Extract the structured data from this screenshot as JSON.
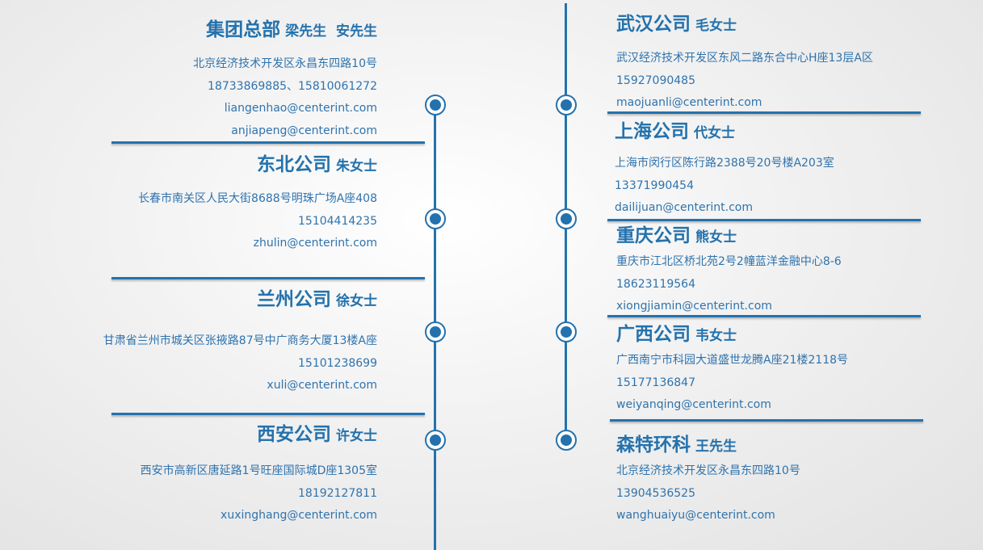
{
  "left": [
    {
      "name": "集团总部",
      "person": "梁先生  安先生",
      "lines": [
        "北京经济技术开发区永昌东四路10号",
        "18733869885、15810061272",
        "liangenhao@centerint.com",
        "anjiapeng@centerint.com"
      ]
    },
    {
      "name": "东北公司",
      "person": "朱女士",
      "lines": [
        "长春市南关区人民大街8688号明珠广场A座408",
        "15104414235",
        "zhulin@centerint.com"
      ]
    },
    {
      "name": "兰州公司",
      "person": "徐女士",
      "lines": [
        "甘肃省兰州市城关区张掖路87号中广商务大厦13楼A座",
        "15101238699",
        "xuli@centerint.com"
      ]
    },
    {
      "name": "西安公司",
      "person": "许女士",
      "lines": [
        "西安市高新区唐延路1号旺座国际城D座1305室",
        "18192127811",
        "xuxinghang@centerint.com"
      ]
    }
  ],
  "right": [
    {
      "name": "武汉公司",
      "person": "毛女士",
      "lines": [
        "武汉经济技术开发区东风二路东合中心H座13层A区",
        "15927090485",
        "maojuanli@centerint.com"
      ]
    },
    {
      "name": "上海公司",
      "person": "代女士",
      "lines": [
        "上海市闵行区陈行路2388号20号楼A203室",
        "13371990454",
        "dailijuan@centerint.com"
      ]
    },
    {
      "name": "重庆公司",
      "person": "熊女士",
      "lines": [
        "重庆市江北区桥北苑2号2幢蓝洋金融中心8-6",
        "18623119564",
        "xiongjiamin@centerint.com"
      ]
    },
    {
      "name": "广西公司",
      "person": "韦女士",
      "lines": [
        "广西南宁市科园大道盛世龙腾A座21楼2118号",
        "15177136847",
        "weiyanqing@centerint.com"
      ]
    },
    {
      "name": "森特环科",
      "person": "王先生",
      "lines": [
        "北京经济技术开发区永昌东四路10号",
        "13904536525",
        "wanghuaiyu@centerint.com"
      ]
    }
  ]
}
